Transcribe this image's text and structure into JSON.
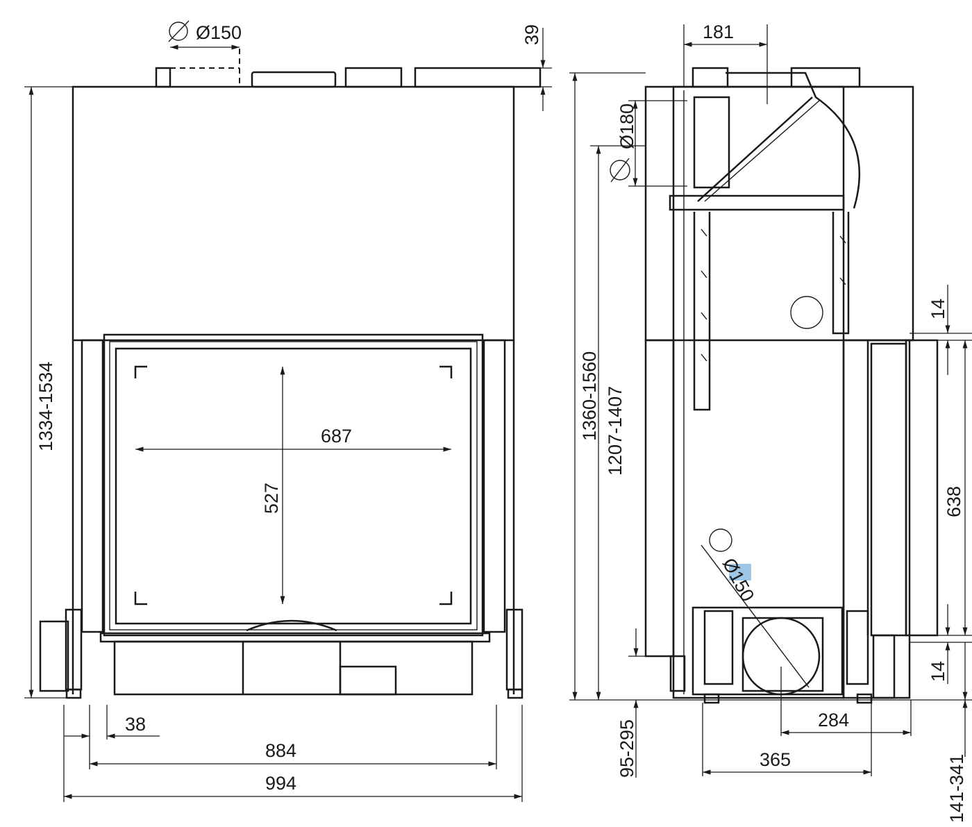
{
  "front_view": {
    "flue_diameter": "Ø150",
    "top_height": "39",
    "glass_width": "687",
    "glass_height": "527",
    "total_height": "1334-1534",
    "side_offset": "38",
    "inner_width": "884",
    "total_width": "994"
  },
  "side_view": {
    "top_offset": "181",
    "air_diameter": "Ø180",
    "total_height": "1360-1560",
    "height_to_flange": "1207-1407",
    "top_gap": "14",
    "opening_height": "638",
    "bottom_gap": "14",
    "inlet_diameter": "Ø150",
    "inlet_offset": "284",
    "depth_legs": "365",
    "bottom_clearance": "95-295",
    "bottom_right_clearance": "141-341"
  },
  "colors": {
    "line": "#1a1a1a",
    "highlight": "#9ec6e6",
    "background": "#ffffff"
  }
}
